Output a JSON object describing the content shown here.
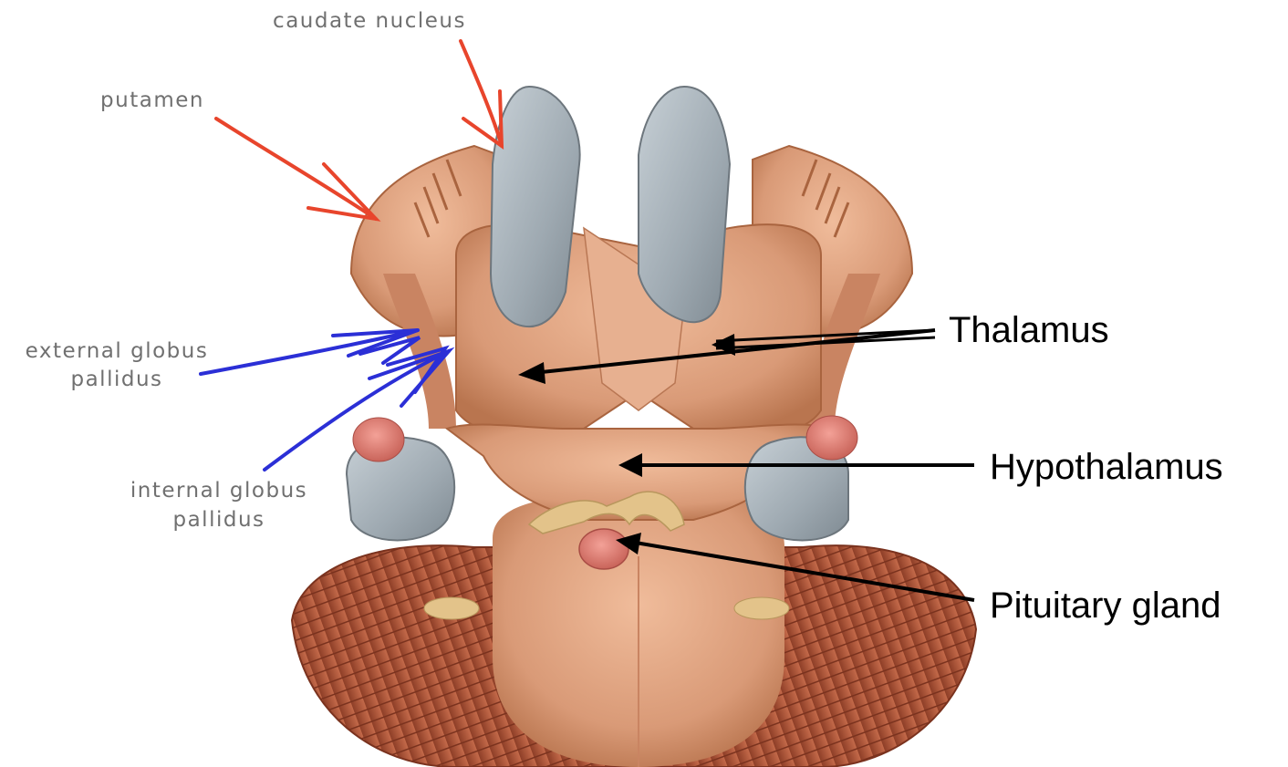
{
  "diagram": {
    "labels_3d": {
      "caudate": "caudate nucleus",
      "putamen": "putamen",
      "ext_gp_line1": "external globus",
      "ext_gp_line2": "pallidus",
      "int_gp_line1": "internal globus",
      "int_gp_line2": "pallidus"
    },
    "labels_main": {
      "thalamus": "Thalamus",
      "hypothalamus": "Hypothalamus",
      "pituitary": "Pituitary gland"
    },
    "colors": {
      "red_arrow": "#e8452c",
      "blue_arrow": "#2b2fd6",
      "black_arrow": "#000000",
      "tissue": "#d99a77",
      "tissue_dark": "#b96e4c",
      "grey_structure": "#a6b1b9",
      "cerebellum": "#b4583a",
      "pituitary": "#d8776a",
      "yellow": "#e3c38a"
    }
  }
}
